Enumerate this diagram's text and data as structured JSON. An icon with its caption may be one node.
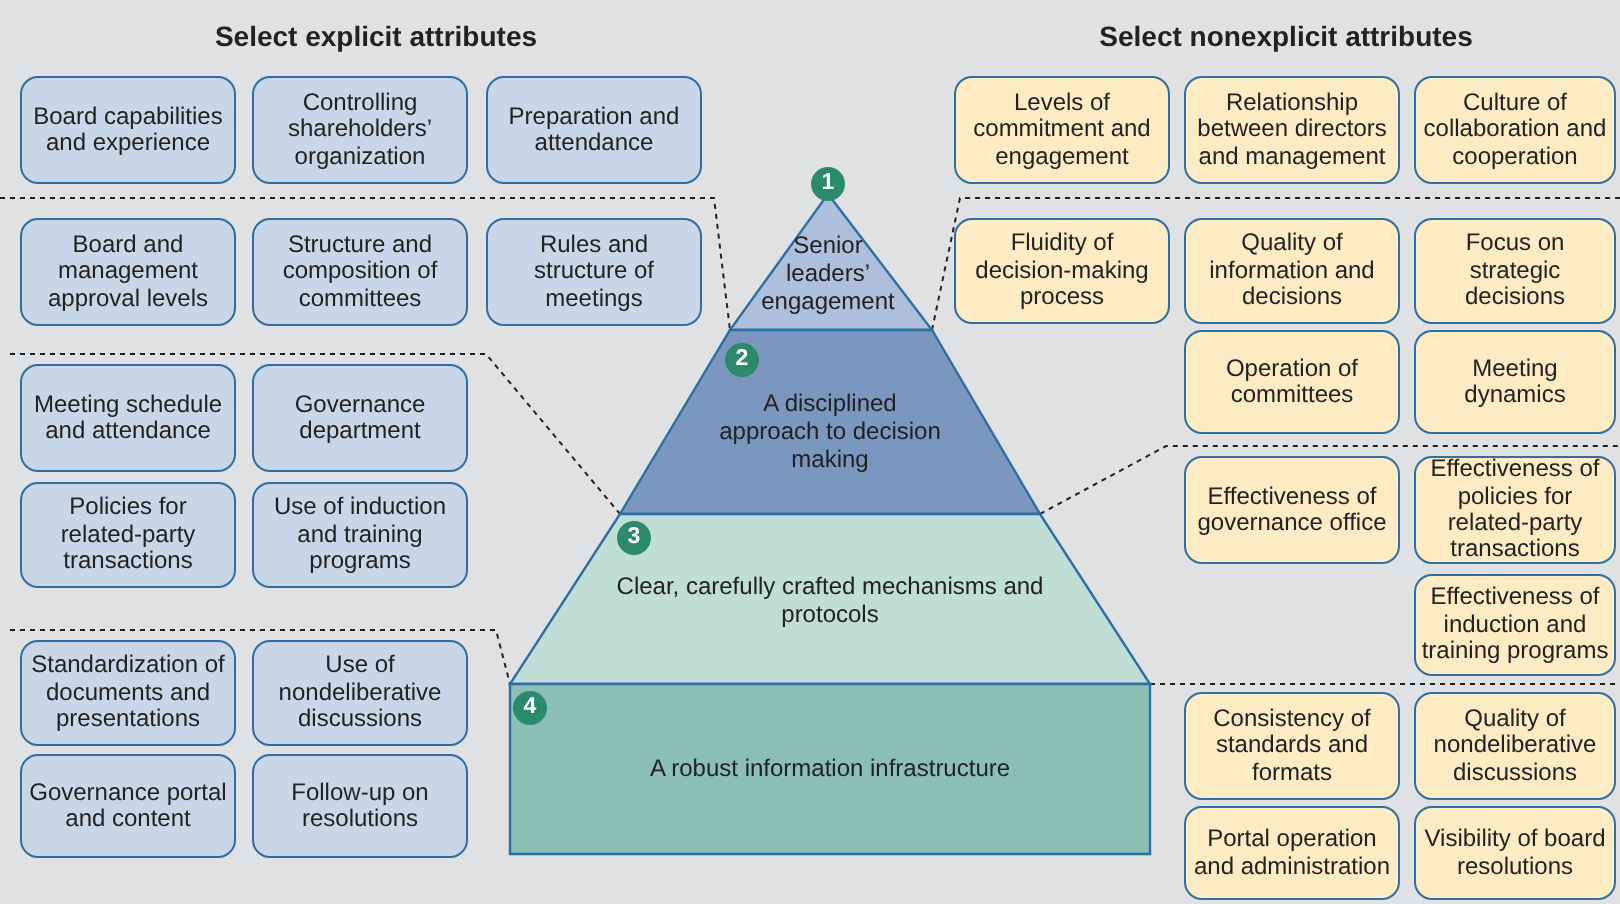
{
  "diagram": {
    "nodes": [
      {
        "text": [
          "1",
          "Senior leaders’ engagement"
        ]
      },
      {
        "text": [
          "2",
          "A disciplined approach to decision making"
        ]
      },
      {
        "text": [
          "3",
          "Clear, carefully crafted mechanisms and protocols"
        ]
      },
      {
        "text": [
          "4",
          "A robust information infrastructure"
        ]
      },
      {
        "text": [
          "Board capabilities and experience"
        ]
      },
      {
        "text": [
          "Controlling shareholders’ organization"
        ]
      },
      {
        "text": [
          "Preparation and attendance"
        ]
      },
      {
        "text": [
          "Board and management approval levels"
        ]
      },
      {
        "text": [
          "Structure and composition of committees"
        ]
      },
      {
        "text": [
          "Rules and structure of meetings"
        ]
      },
      {
        "text": [
          "Meeting schedule and attendance"
        ]
      },
      {
        "text": [
          "Governance department"
        ]
      },
      {
        "text": [
          "Policies for related-party transactions"
        ]
      },
      {
        "text": [
          "Use of induction and training programs"
        ]
      },
      {
        "text": [
          "Standardization of documents and presentations"
        ]
      },
      {
        "text": [
          "Use of nondeliberative discussions"
        ]
      },
      {
        "text": [
          "Governance portal and content"
        ]
      },
      {
        "text": [
          "Follow-up on resolutions"
        ]
      },
      {
        "text": [
          "Levels of commitment and engagement"
        ]
      },
      {
        "text": [
          "Relationship between directors and management"
        ]
      },
      {
        "text": [
          "Culture of collaboration and cooperation"
        ]
      },
      {
        "text": [
          "Fluidity of decision-making process"
        ]
      },
      {
        "text": [
          "Quality of information and decisions"
        ]
      },
      {
        "text": [
          "Focus on strategic decisions"
        ]
      },
      {
        "text": [
          "Operation of committees"
        ]
      },
      {
        "text": [
          "Meeting dynamics"
        ]
      },
      {
        "text": [
          "Effectiveness of governance office"
        ]
      },
      {
        "text": [
          "Effectiveness of policies for related-party transactions"
        ]
      },
      {
        "text": [
          "Effectiveness of induction and training programs"
        ]
      },
      {
        "text": [
          "Consistency of standards and formats"
        ]
      },
      {
        "text": [
          "Quality of nondeliberative discussions"
        ]
      },
      {
        "text": [
          "Portal operation and administration"
        ]
      },
      {
        "text": [
          "Visibility of board resolutions"
        ]
      }
    ],
    "labels": [
      "Select explicit attributes",
      "Select nonexplicit attributes"
    ]
  }
}
